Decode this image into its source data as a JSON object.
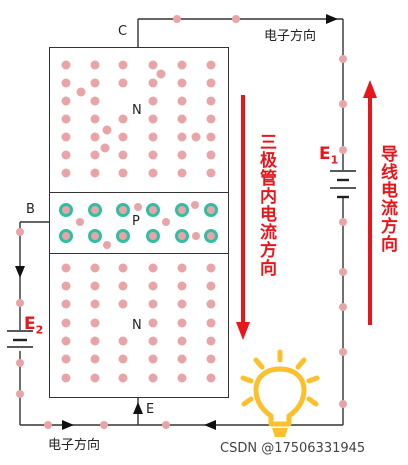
{
  "terminals": {
    "collector": "C",
    "base": "B",
    "emitter": "E"
  },
  "regions": {
    "top": "N",
    "middle": "P",
    "bottom": "N"
  },
  "labels": {
    "electron_direction_top": "电子方向",
    "electron_direction_bottom": "电子方向",
    "current_in_transistor": "三极管内电流方向",
    "current_in_wire": "导线电流方向"
  },
  "sources": {
    "e1": {
      "main": "E",
      "sub": "1"
    },
    "e2": {
      "main": "E",
      "sub": "2"
    }
  },
  "watermark": "CSDN @17506331945",
  "colors": {
    "dot": "#e8a4a6",
    "hole_ring": "#2fbfa3",
    "accent_red": "#e8151b",
    "bulb": "#fcc02d"
  }
}
